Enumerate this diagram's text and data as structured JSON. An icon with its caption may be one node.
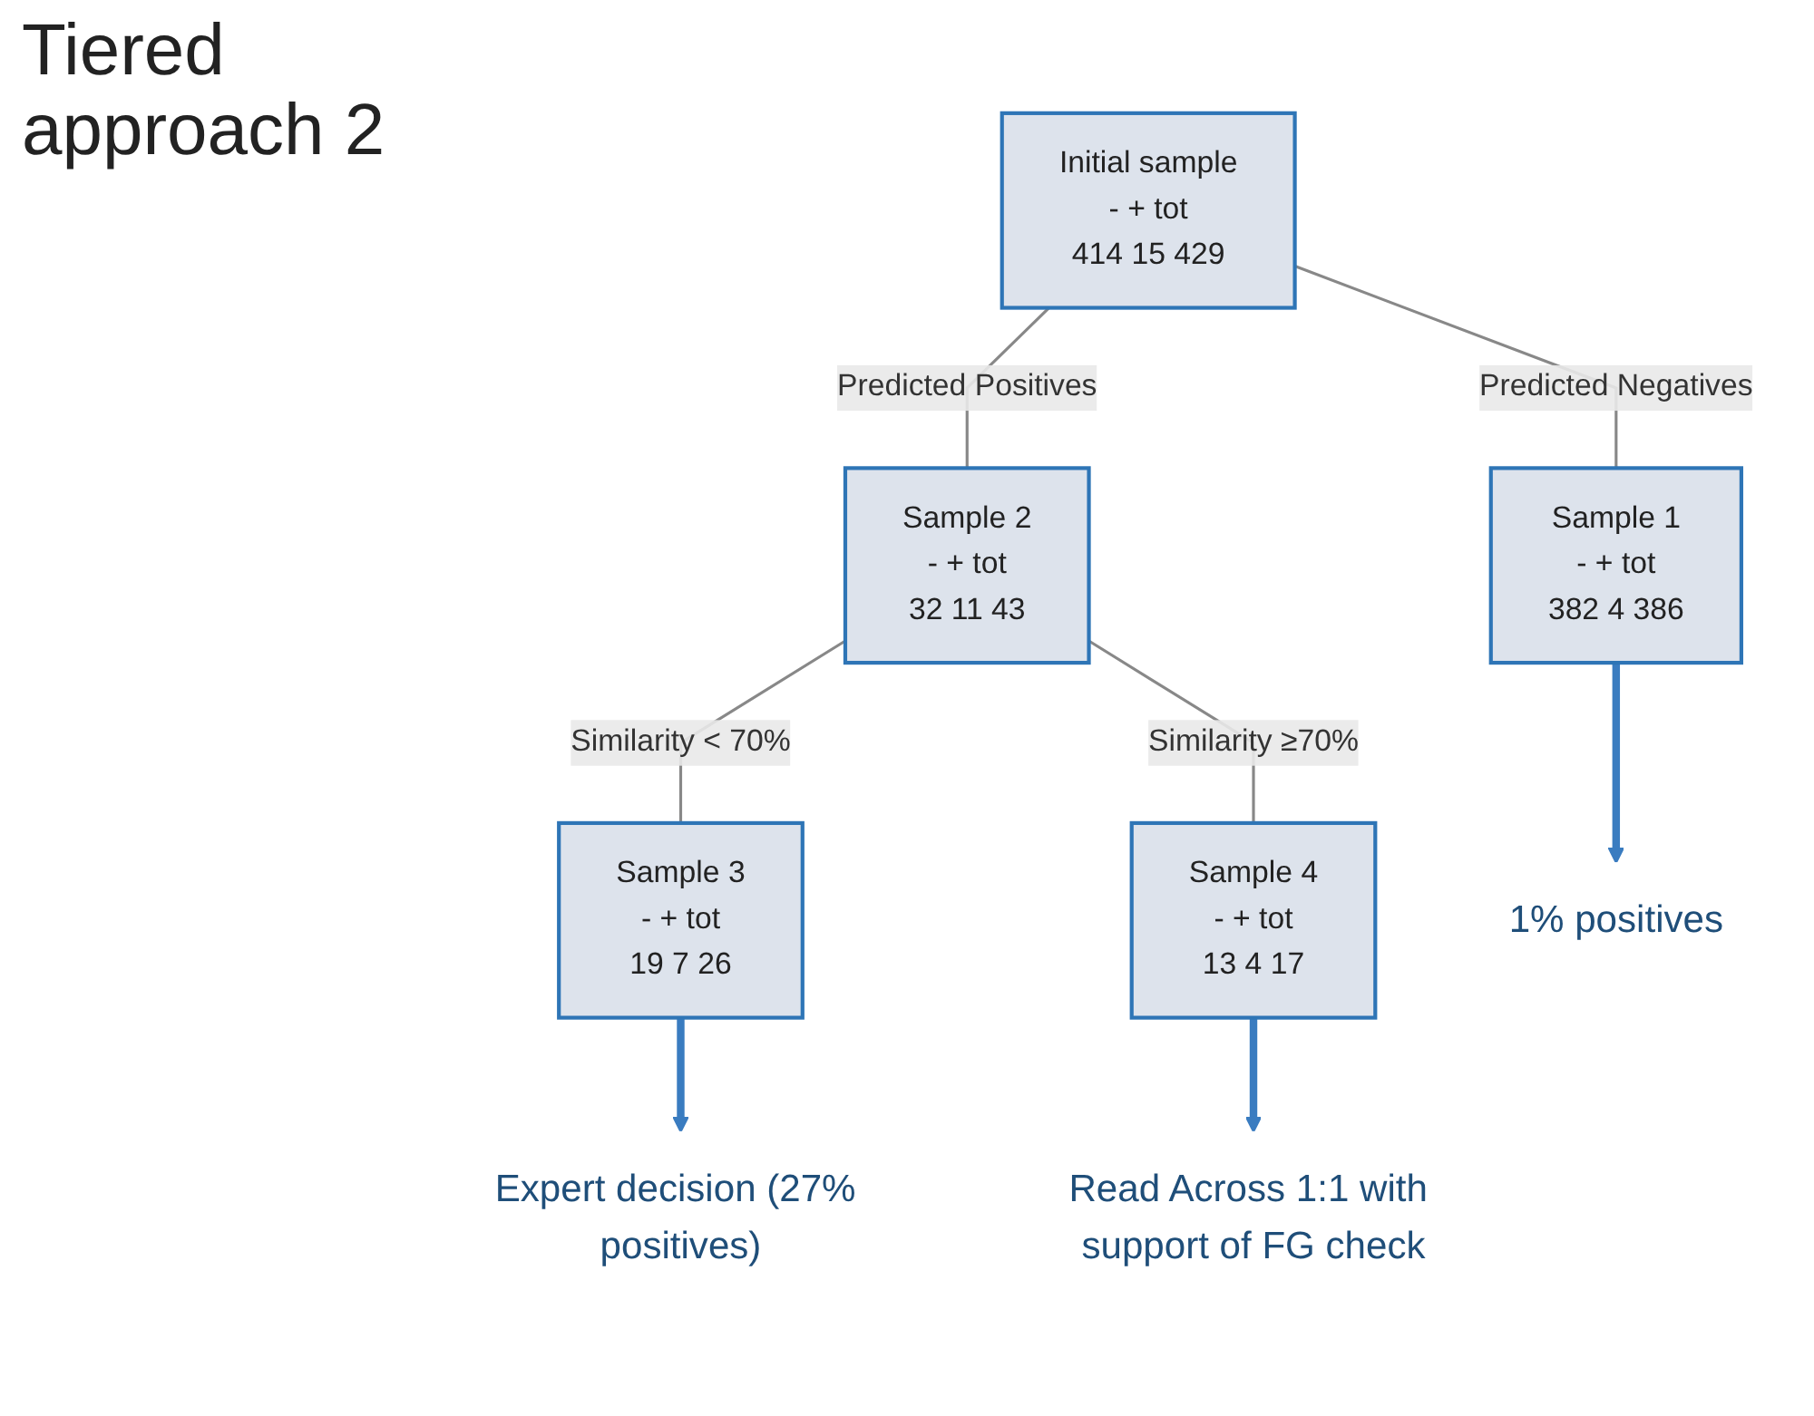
{
  "diagram": {
    "title": "Tiered approach 2",
    "nodes": [
      {
        "text": [
          "Initial sample",
          "-",
          "+",
          "tot",
          "414",
          "15",
          "429"
        ]
      },
      {
        "text": [
          "Sample 2",
          "-",
          "+",
          "tot",
          "32",
          "11",
          "43"
        ]
      },
      {
        "text": [
          "Sample 1",
          "-",
          "+",
          "tot",
          "382",
          "4",
          "386"
        ]
      },
      {
        "text": [
          "Sample 3",
          "-",
          "+",
          "tot",
          "19",
          "7",
          "26"
        ]
      },
      {
        "text": [
          "Sample 4",
          "-",
          "+",
          "tot",
          "13",
          "4",
          "17"
        ]
      },
      {
        "text": [
          "1% positives"
        ]
      },
      {
        "text": [
          "Expert decision (27% positives)"
        ]
      },
      {
        "text": [
          "Read Across 1:1 with support of FG check"
        ]
      }
    ],
    "edges": [
      {
        "from": 0,
        "to": 1,
        "arrow": "none",
        "label": "Predicted Positives"
      },
      {
        "from": 0,
        "to": 2,
        "arrow": "none",
        "label": "Predicted Negatives"
      },
      {
        "from": 1,
        "to": 3,
        "arrow": "none",
        "label": "Similarity < 70%"
      },
      {
        "from": 1,
        "to": 4,
        "arrow": "none",
        "label": "Similarity ≥70%"
      },
      {
        "from": 2,
        "to": 5,
        "arrow": "to",
        "style": "thick",
        "color": "#3a7cc0"
      },
      {
        "from": 3,
        "to": 6,
        "arrow": "to",
        "style": "thick",
        "color": "#3a7cc0"
      },
      {
        "from": 4,
        "to": 7,
        "arrow": "to",
        "style": "thick",
        "color": "#3a7cc0"
      }
    ]
  }
}
